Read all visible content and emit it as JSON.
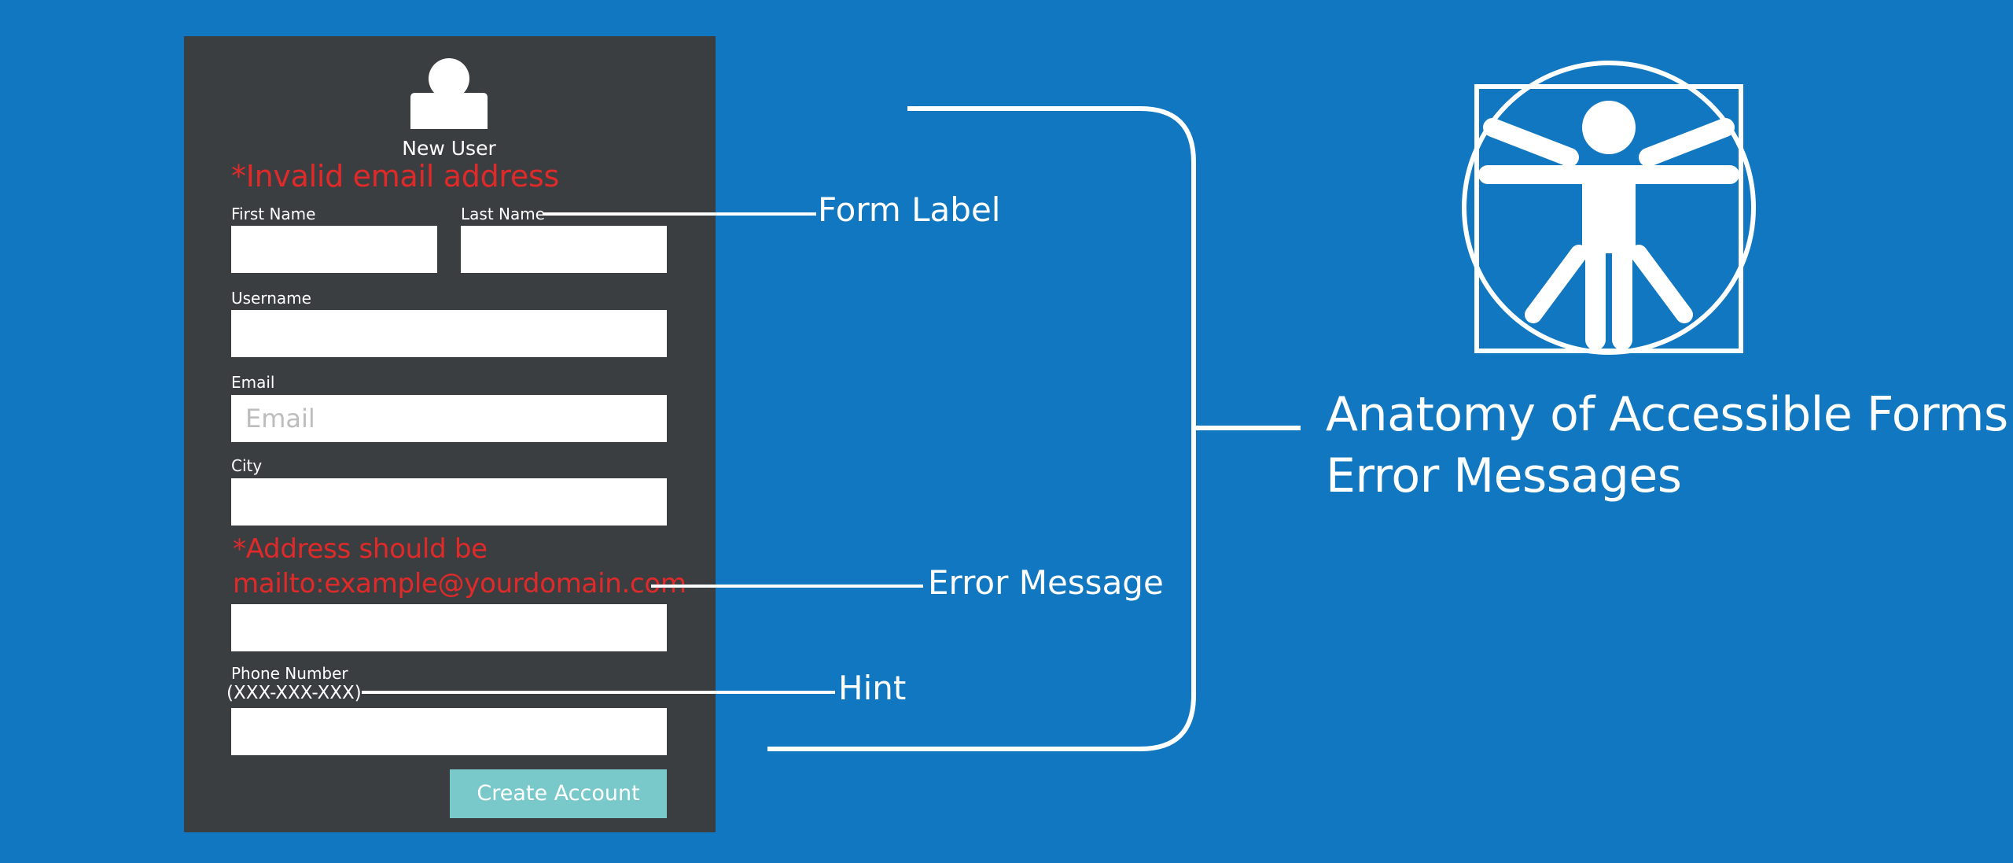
{
  "form": {
    "heading": "New User",
    "error_top": "*Invalid email address",
    "fields": {
      "first_name_label": "First Name",
      "last_name_label": "Last Name",
      "username_label": "Username",
      "email_label": "Email",
      "email_placeholder": "Email",
      "city_label": "City",
      "address_error_line1": "*Address should be",
      "address_error_line2": "mailto:example@yourdomain.com",
      "phone_label": "Phone Number",
      "phone_hint": "(XXX-XXX-XXX)"
    },
    "submit_label": "Create Account"
  },
  "callouts": {
    "form_label": "Form Label",
    "error_message": "Error Message",
    "hint": "Hint"
  },
  "title": {
    "line1": "Anatomy of Accessible Forms:",
    "line2": "Error Messages"
  },
  "colors": {
    "background": "#1177c0",
    "card": "#3b3e40",
    "error": "#e02a2a",
    "button": "#79c8ca",
    "text": "#ffffff"
  },
  "icons": {
    "avatar": "user-avatar-icon",
    "accessibility": "vitruvian-accessibility-icon"
  }
}
